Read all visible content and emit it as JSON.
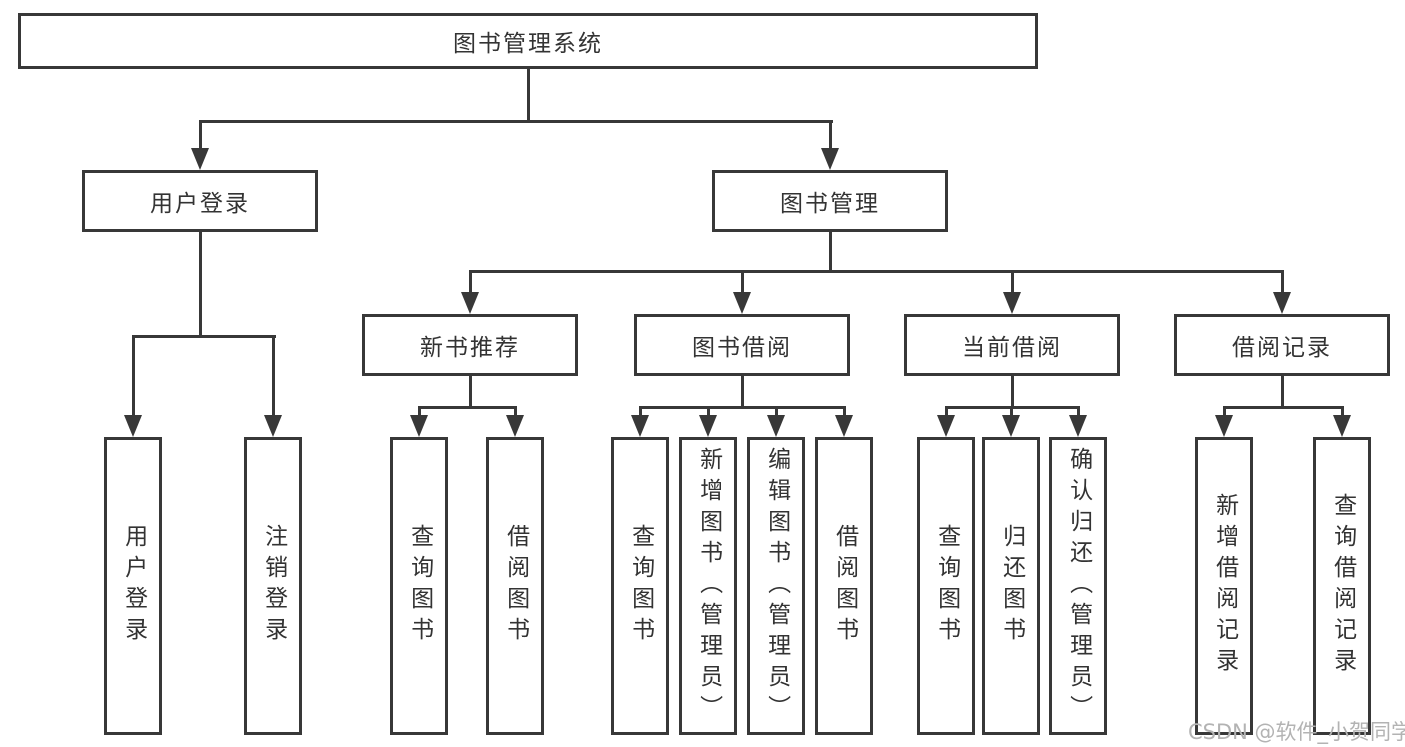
{
  "diagram": {
    "root": {
      "label": "图书管理系统"
    },
    "level2": [
      {
        "label": "用户登录",
        "parent": "图书管理系统"
      },
      {
        "label": "图书管理",
        "parent": "图书管理系统"
      }
    ],
    "level3": [
      {
        "label": "新书推荐",
        "parent": "图书管理"
      },
      {
        "label": "图书借阅",
        "parent": "图书管理"
      },
      {
        "label": "当前借阅",
        "parent": "图书管理"
      },
      {
        "label": "借阅记录",
        "parent": "图书管理"
      }
    ],
    "leaves": [
      {
        "label": "用户登录",
        "parent": "用户登录"
      },
      {
        "label": "注销登录",
        "parent": "用户登录"
      },
      {
        "label": "查询图书",
        "parent": "新书推荐"
      },
      {
        "label": "借阅图书",
        "parent": "新书推荐"
      },
      {
        "label": "查询图书",
        "parent": "图书借阅"
      },
      {
        "label": "新增图书（管理员）",
        "parent": "图书借阅"
      },
      {
        "label": "编辑图书（管理员）",
        "parent": "图书借阅"
      },
      {
        "label": "借阅图书",
        "parent": "图书借阅"
      },
      {
        "label": "查询图书",
        "parent": "当前借阅"
      },
      {
        "label": "归还图书",
        "parent": "当前借阅"
      },
      {
        "label": "确认归还（管理员）",
        "parent": "当前借阅"
      },
      {
        "label": "新增借阅记录",
        "parent": "借阅记录"
      },
      {
        "label": "查询借阅记录",
        "parent": "借阅记录"
      }
    ]
  },
  "watermark": {
    "text": "CSDN @软件_小贺同学"
  },
  "colors": {
    "line": "#383838",
    "text": "#333333",
    "watermark": "#b3b3b3",
    "background": "#ffffff"
  }
}
